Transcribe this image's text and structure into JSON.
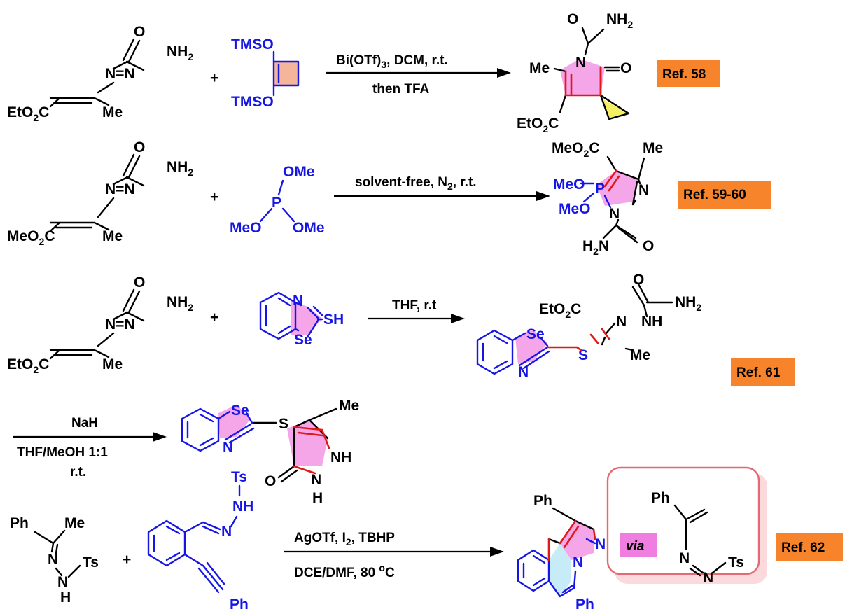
{
  "scheme": {
    "colors": {
      "reactant_blue": "#1515e6",
      "new_bond_red": "#e01818",
      "ring_pink": "#f5a6e8",
      "ref_orange": "#f7842b",
      "via_label_bg": "#f07ee0",
      "via_box_border": "#e46a72"
    },
    "atom_labels": {
      "O": "O",
      "NH": "NH",
      "NH2": "NH",
      "sub2": "2",
      "N": "N",
      "NeqN": "N=N",
      "EtO": "EtO",
      "MeO": "MeO",
      "C": "C",
      "Me": "Me",
      "TMSO": "TMSO",
      "OMe": "OMe",
      "P": "P",
      "MeOP": "MeO",
      "H2N": "H",
      "H2N_tail": "N",
      "SH": "SH",
      "Se": "Se",
      "S": "S",
      "H": "H",
      "Ph": "Ph",
      "Ts": "Ts",
      "plus": "+"
    },
    "rows": [
      {
        "conditions_top": "Bi(OTf)",
        "conditions_top_sub": "3",
        "conditions_top_tail": ", DCM, r.t.",
        "conditions_bottom": "then TFA",
        "ref": "Ref. 58"
      },
      {
        "conditions_top": "solvent-free, N",
        "conditions_top_sub": "2",
        "conditions_top_tail": ", r.t.",
        "ref": "Ref. 59-60"
      },
      {
        "conditions_top": "THF, r.t",
        "ref": "Ref. 61"
      },
      {
        "conditions_top": "NaH",
        "conditions_bottom": "THF/MeOH 1:1",
        "conditions_bottom2": "r.t."
      },
      {
        "conditions_top": "AgOTf, I",
        "conditions_top_sub": "2",
        "conditions_top_tail": ", TBHP",
        "conditions_bottom": "DCE/DMF, 80 ",
        "conditions_bottom_sup": "o",
        "conditions_bottom_tail": "C",
        "via": "via",
        "ref": "Ref. 62"
      }
    ]
  }
}
